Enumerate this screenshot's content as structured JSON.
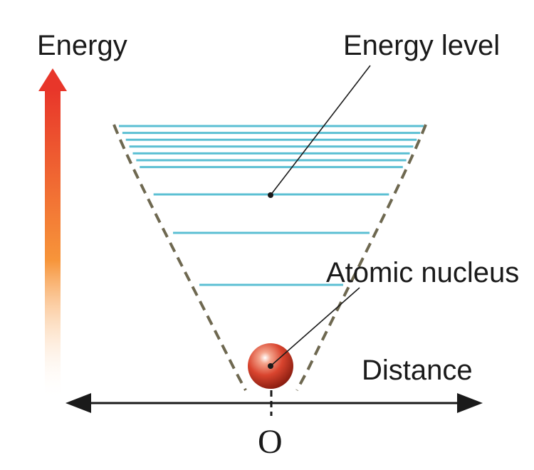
{
  "labels": {
    "y_axis": "Energy",
    "x_axis": "Distance",
    "origin": "O",
    "energy_level": "Energy level",
    "nucleus": "Atomic nucleus"
  },
  "colors": {
    "energy_level_line": "#5bbfd3",
    "well_boundary": "#6e6850",
    "arrow_top": "#e8362a",
    "arrow_mid": "#f7953a",
    "axis": "#1a1a1a",
    "nucleus": "#d9442e"
  },
  "energy_levels": {
    "dense_count": 7,
    "spaced_count": 3
  }
}
